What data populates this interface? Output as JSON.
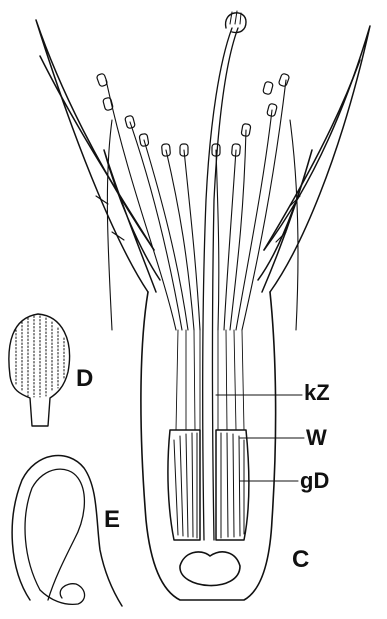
{
  "figure": {
    "panel_labels": {
      "D": "D",
      "E": "E",
      "C": "C"
    },
    "callouts": {
      "kZ": "kZ",
      "W": "W",
      "gD": "gD"
    },
    "colors": {
      "ink": "#111111",
      "paper": "#ffffff"
    }
  }
}
